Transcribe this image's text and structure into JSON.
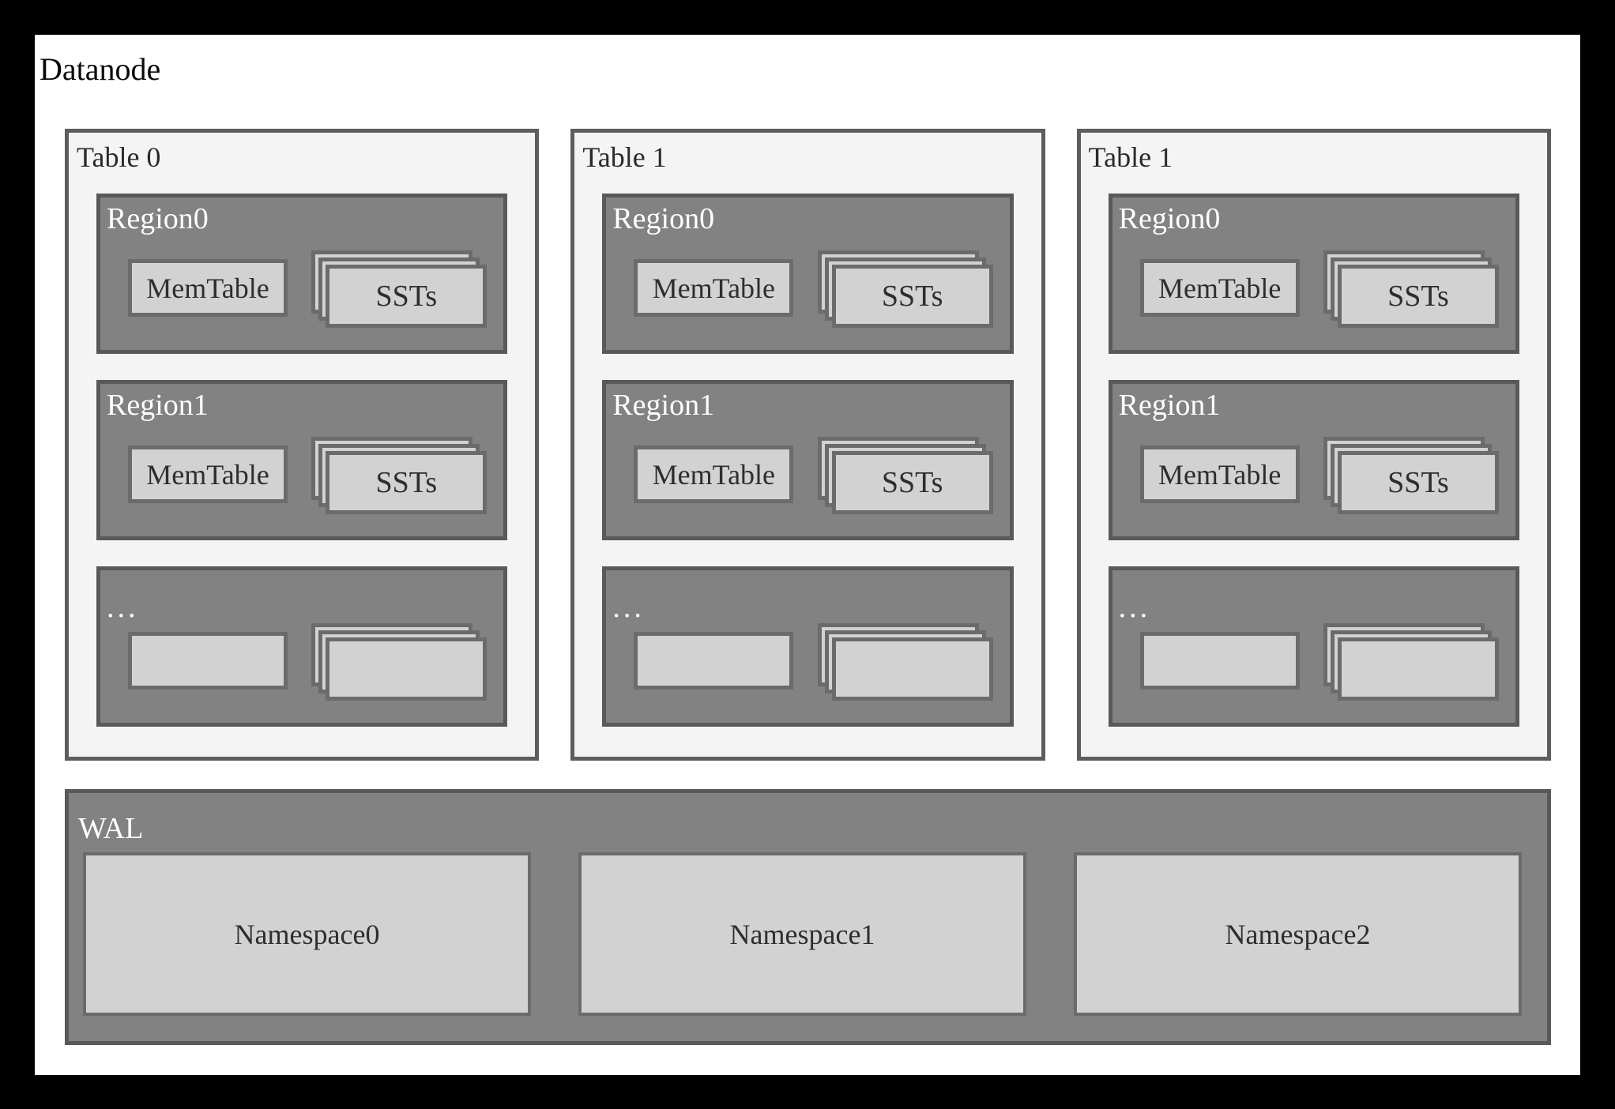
{
  "title": "Datanode",
  "tables": [
    {
      "label": "Table 0",
      "regions": [
        {
          "label": "Region0",
          "memtable": "MemTable",
          "ssts": "SSTs"
        },
        {
          "label": "Region1",
          "memtable": "MemTable",
          "ssts": "SSTs"
        },
        {
          "label": "...",
          "memtable": "",
          "ssts": ""
        }
      ]
    },
    {
      "label": "Table 1",
      "regions": [
        {
          "label": "Region0",
          "memtable": "MemTable",
          "ssts": "SSTs"
        },
        {
          "label": "Region1",
          "memtable": "MemTable",
          "ssts": "SSTs"
        },
        {
          "label": "...",
          "memtable": "",
          "ssts": ""
        }
      ]
    },
    {
      "label": "Table 1",
      "regions": [
        {
          "label": "Region0",
          "memtable": "MemTable",
          "ssts": "SSTs"
        },
        {
          "label": "Region1",
          "memtable": "MemTable",
          "ssts": "SSTs"
        },
        {
          "label": "...",
          "memtable": "",
          "ssts": ""
        }
      ]
    }
  ],
  "wal": {
    "label": "WAL",
    "namespaces": [
      "Namespace0",
      "Namespace1",
      "Namespace2"
    ]
  },
  "colors": {
    "frame": "#000000",
    "canvas": "#ffffff",
    "table_bg": "#f4f4f4",
    "container_gray": "#828282",
    "dark_border": "#595959",
    "box_bg": "#d2d2d2",
    "box_border": "#6b6b6b",
    "label_light": "#ffffff",
    "label_dark": "#2a2a2a"
  }
}
